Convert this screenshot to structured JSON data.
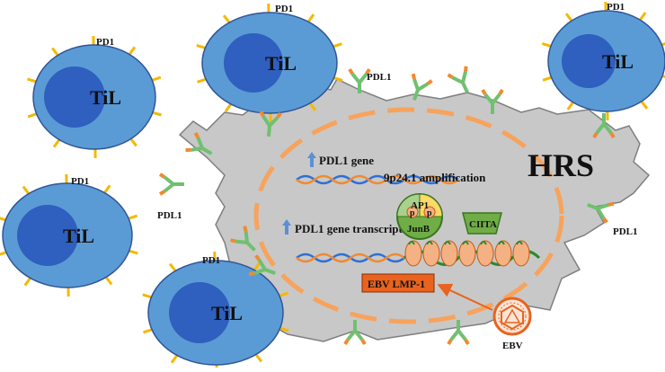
{
  "labels": {
    "til": "TiL",
    "pd1": "PD1",
    "pdl1": "PDL1",
    "hrs": "HRS",
    "pdl1_gene": "PDL1 gene",
    "amplification": "9p24.1 amplification",
    "pdl1_transcription": "PDL1 gene transcription",
    "ap1": "AP1",
    "junb": "JunB",
    "p": "p",
    "ciita": "CIITA",
    "ebv_lmp1": "EBV LMP-1",
    "ebv": "EBV"
  },
  "colors": {
    "til_fill": "#5b9bd5",
    "til_nucleus": "#2f5fbf",
    "pd1_spike": "#f5b800",
    "hrs_fill": "#c8c8c8",
    "nucleus_dash": "#f7a35c",
    "pdl1_green": "#70c070",
    "pdl1_orange": "#f08a30",
    "lmp1_box": "#e9631f",
    "ciita_box": "#70ad47",
    "arrow_blue": "#5b8fd6"
  }
}
